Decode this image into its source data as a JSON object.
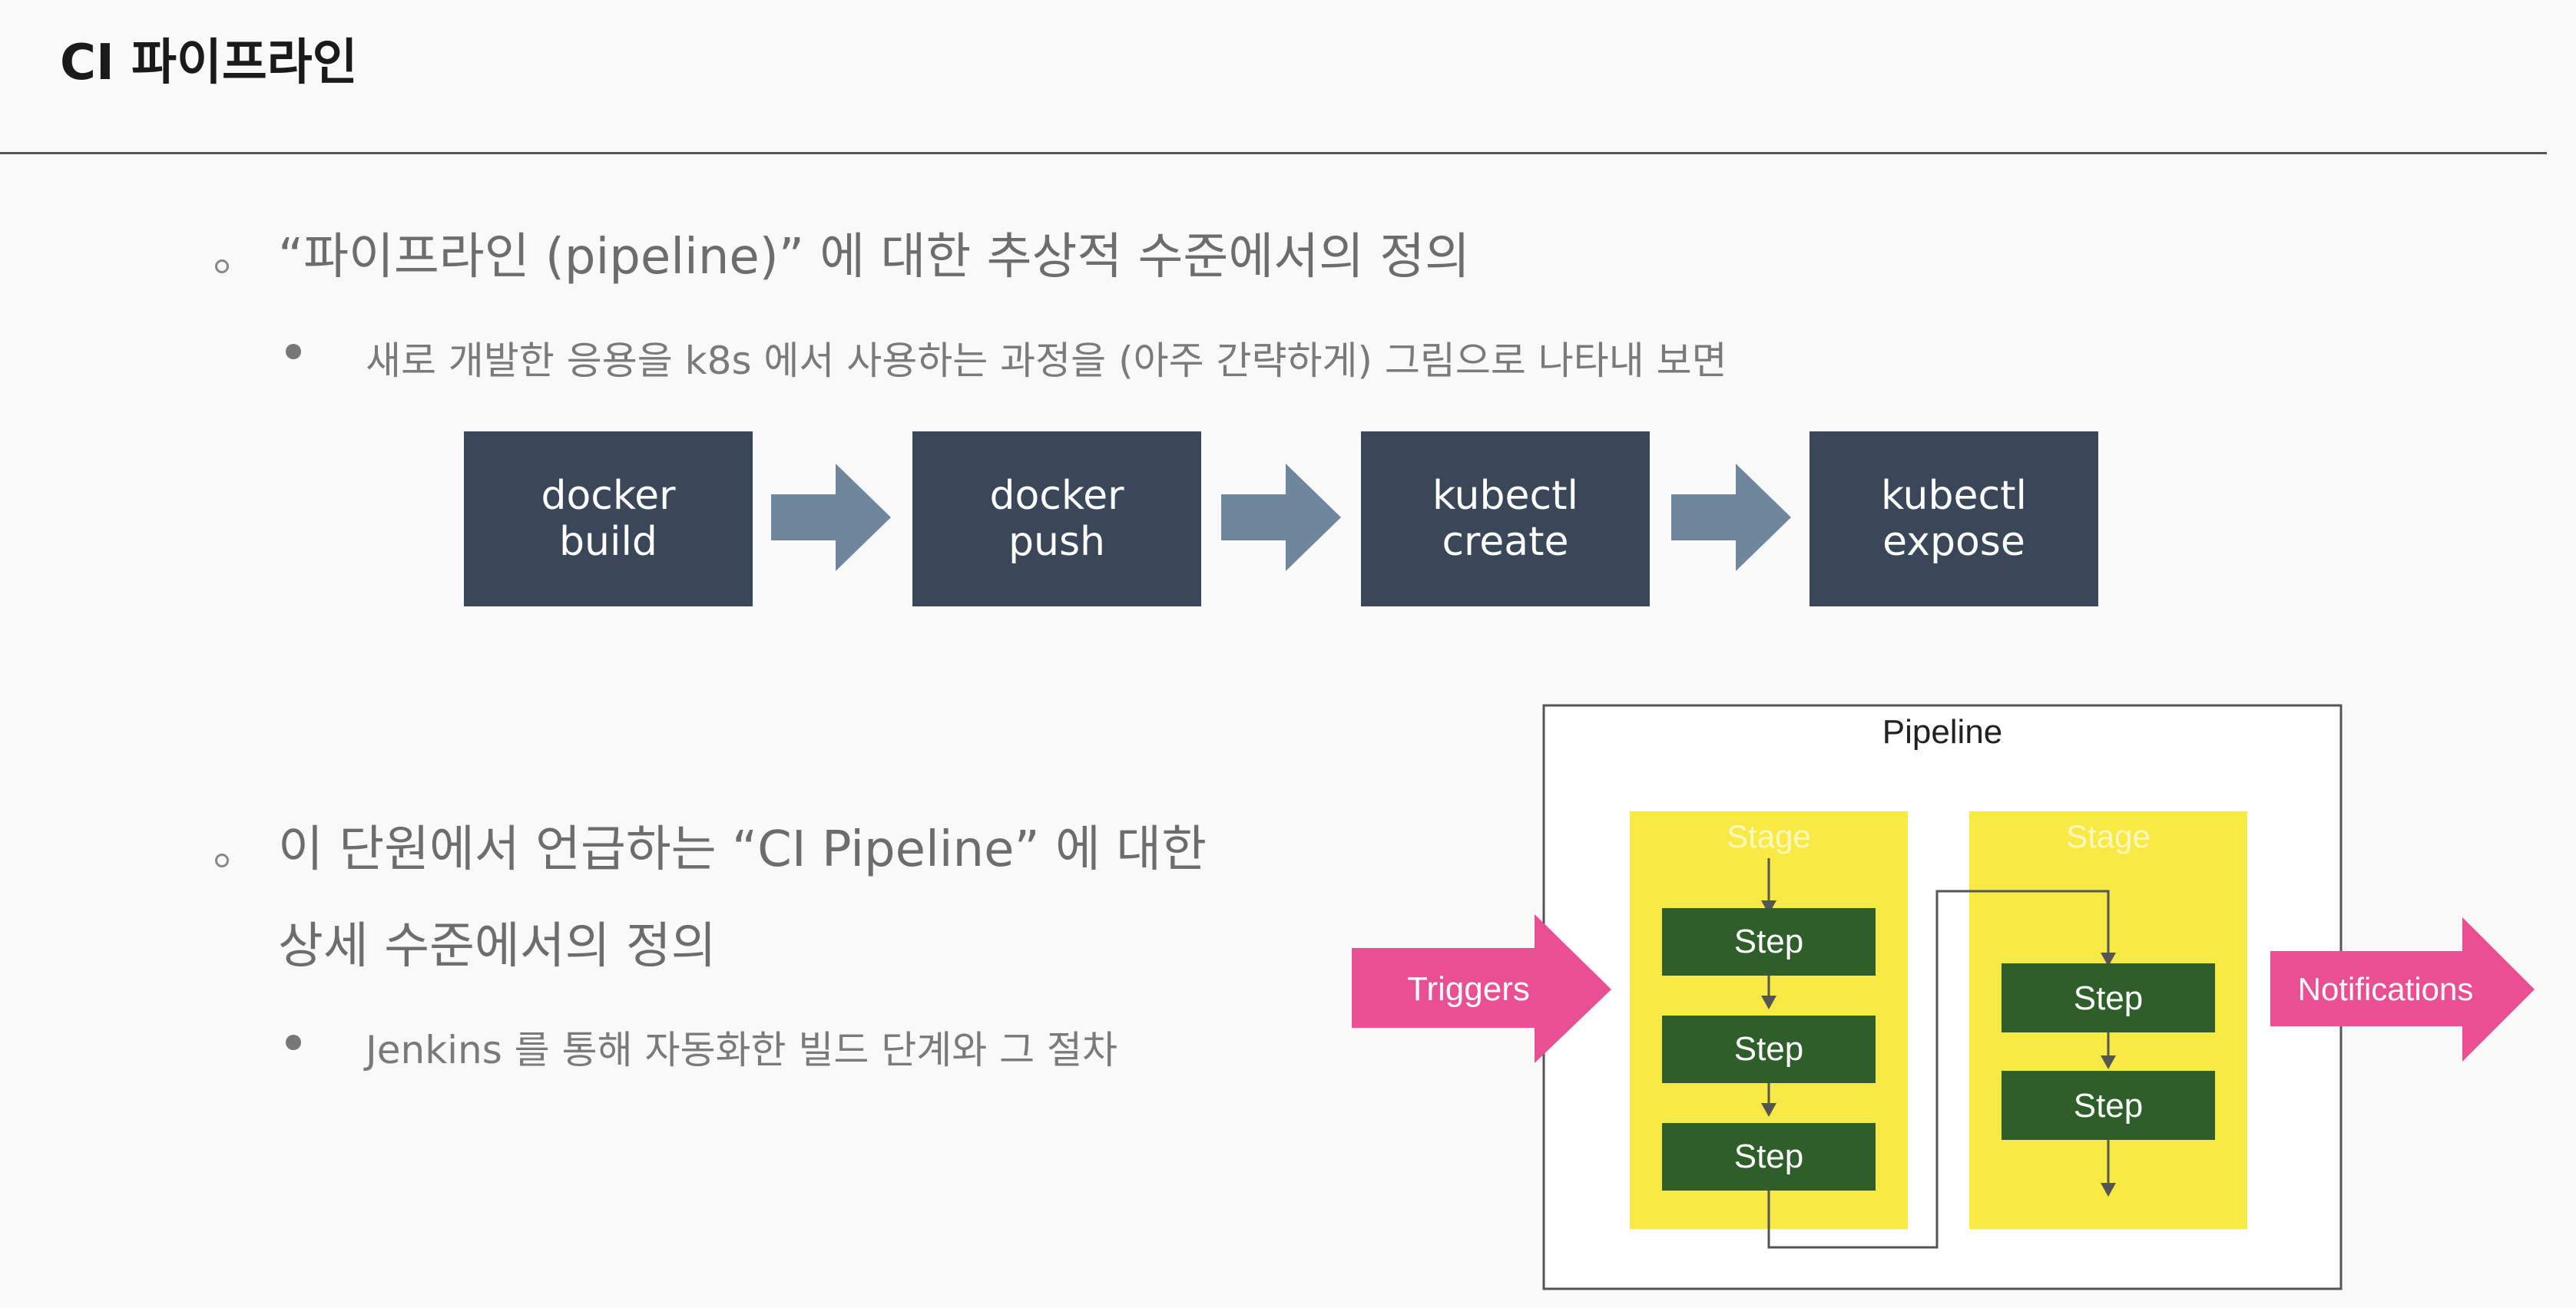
{
  "slide": {
    "title": "CI 파이프라인"
  },
  "section1": {
    "heading": "“파이프라인 (pipeline)” 에 대한 추상적 수준에서의 정의",
    "bullet": "새로 개발한 응용을 k8s 에서 사용하는 과정을 (아주 간략하게) 그림으로 나타내 보면",
    "flow": [
      {
        "line1": "docker",
        "line2": "build"
      },
      {
        "line1": "docker",
        "line2": "push"
      },
      {
        "line1": "kubectl",
        "line2": "create"
      },
      {
        "line1": "kubectl",
        "line2": "expose"
      }
    ]
  },
  "section2": {
    "heading_line1": "이 단원에서 언급하는 “CI Pipeline” 에 대한",
    "heading_line2": "상세 수준에서의 정의",
    "bullet": "Jenkins 를 통해 자동화한 빌드 단계와 그 절차"
  },
  "diagram": {
    "title": "Pipeline",
    "trigger_label": "Triggers",
    "notification_label": "Notifications",
    "stage_label": "Stage",
    "stages": [
      {
        "label": "Stage",
        "steps": [
          "Step",
          "Step",
          "Step"
        ]
      },
      {
        "label": "Stage",
        "steps": [
          "Step",
          "Step"
        ]
      }
    ],
    "colors": {
      "stage_fill": "#f8e945",
      "step_fill": "#2e5f2b",
      "arrow_pink": "#ea4f93",
      "box_dark": "#3a4758",
      "flow_arrow": "#6f879c"
    }
  }
}
